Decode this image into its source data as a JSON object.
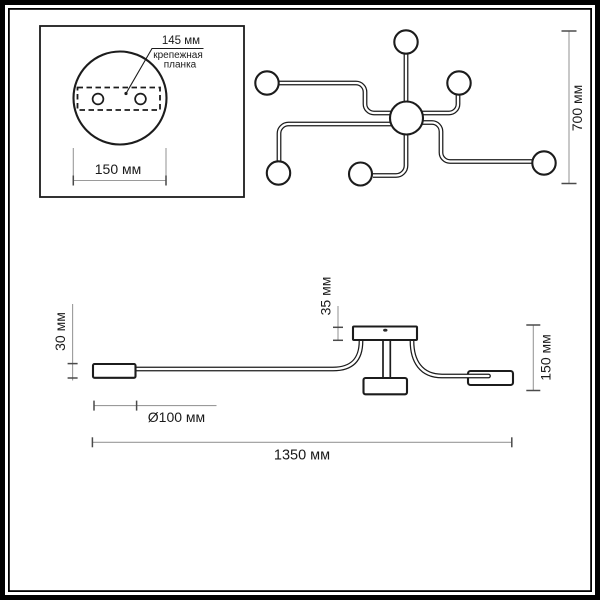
{
  "diagram": {
    "mount_detail": {
      "hole_spacing_label": "145 мм",
      "mount_bar_label_line1": "крепежная",
      "mount_bar_label_line2": "планка",
      "canopy_width_label": "150 мм"
    },
    "top_view": {
      "overall_depth_label": "700 мм"
    },
    "side_view": {
      "head_height_label": "30 мм",
      "canopy_height_label": "35 мм",
      "overall_height_label": "150 мм",
      "head_diameter_label": "Ø100 мм",
      "overall_length_label": "1350 мм"
    },
    "colors": {
      "drawing_line": "#1c1c1c",
      "dimension_line": "#9a9a9a",
      "dimension_tick": "#4a4a4a",
      "text": "#1a1a1a",
      "background": "#ffffff",
      "frame": "#000000"
    }
  }
}
